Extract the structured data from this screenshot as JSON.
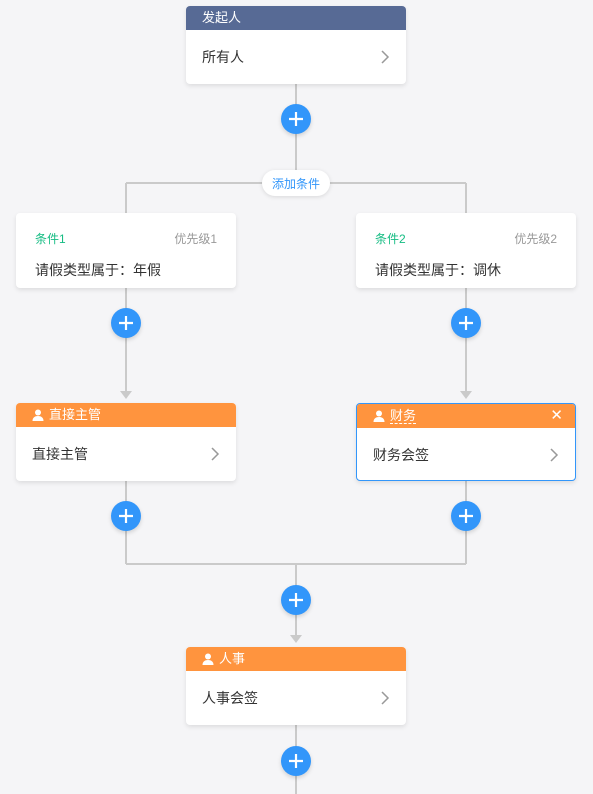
{
  "starter": {
    "title": "发起人",
    "content": "所有人"
  },
  "add_condition_label": "添加条件",
  "conditions": [
    {
      "title": "条件1",
      "priority": "优先级1",
      "desc": "请假类型属于：年假"
    },
    {
      "title": "条件2",
      "priority": "优先级2",
      "desc": "请假类型属于：调休"
    }
  ],
  "approvers": [
    {
      "title": "直接主管",
      "content": "直接主管"
    },
    {
      "title": "财务",
      "content": "财务会签",
      "close": "✕"
    }
  ],
  "hr_node": {
    "title": "人事",
    "content": "人事会签"
  },
  "colors": {
    "starter_header": "#576a95",
    "approver_header": "#ff943e",
    "condition_title": "#15bc83",
    "accent_blue": "#3296fa",
    "line": "#cacaca",
    "background": "#f5f5f7"
  },
  "icons": [
    "chevron-right-icon",
    "user-icon",
    "plus-icon",
    "close-icon",
    "arrow-down-icon"
  ]
}
